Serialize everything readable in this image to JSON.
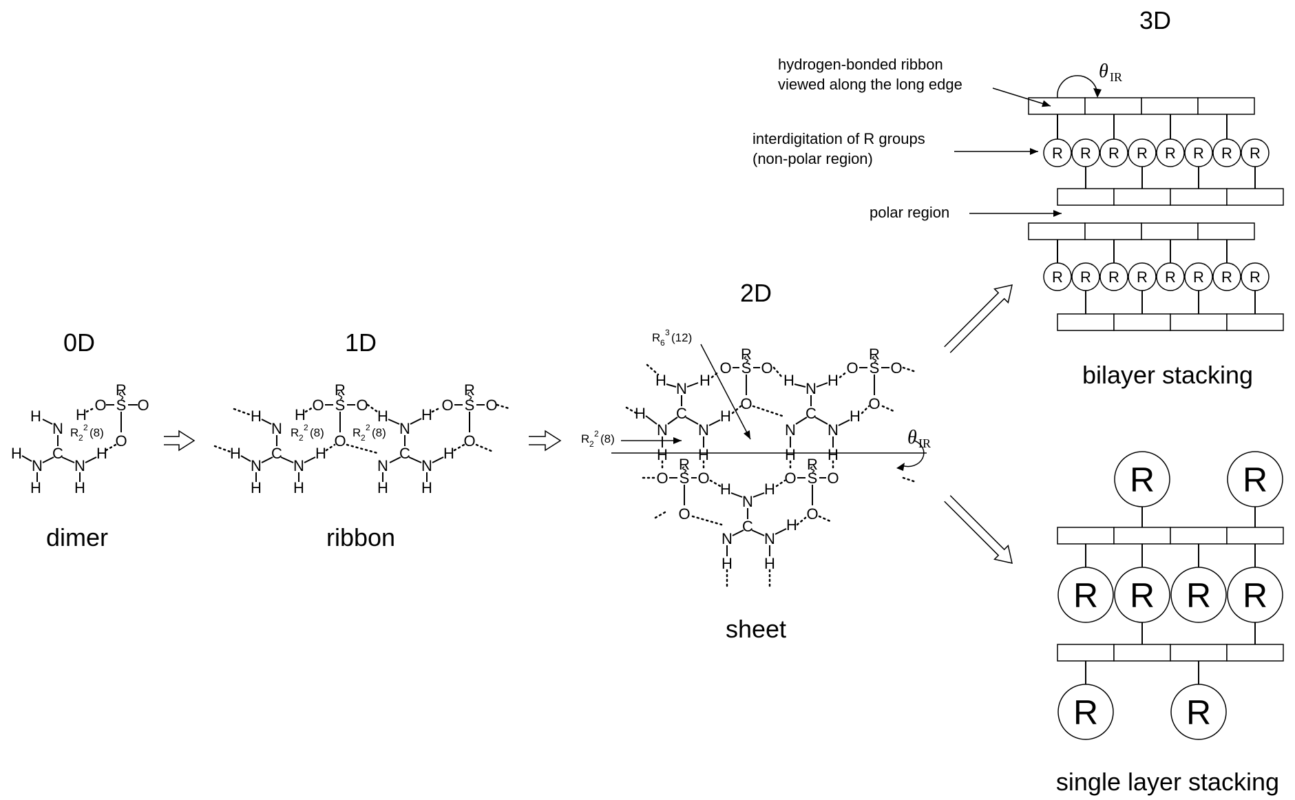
{
  "stages": {
    "zero_d": {
      "title": "0D",
      "caption": "dimer"
    },
    "one_d": {
      "title": "1D",
      "caption": "ribbon"
    },
    "two_d": {
      "title": "2D",
      "caption": "sheet"
    },
    "three_d": {
      "title": "3D"
    }
  },
  "labels": {
    "ribbon_view": [
      "hydrogen-bonded ribbon",
      "viewed along the long edge"
    ],
    "interdigitation": [
      "interdigitation of R groups",
      "(non-polar region)"
    ],
    "polar_region": "polar region",
    "bilayer": "bilayer stacking",
    "single_layer": "single layer stacking"
  },
  "motifs": {
    "ring8": {
      "R": "R",
      "sub": "2",
      "sup": "2",
      "tail": "(8)"
    },
    "ring12": {
      "R": "R",
      "sub": "6",
      "sup": "3",
      "tail": "(12)"
    }
  },
  "angle": {
    "symbol": "θ",
    "sub": "IR"
  },
  "atoms": {
    "H": "H",
    "N": "N",
    "C": "C",
    "S": "S",
    "O": "O",
    "R": "R"
  }
}
